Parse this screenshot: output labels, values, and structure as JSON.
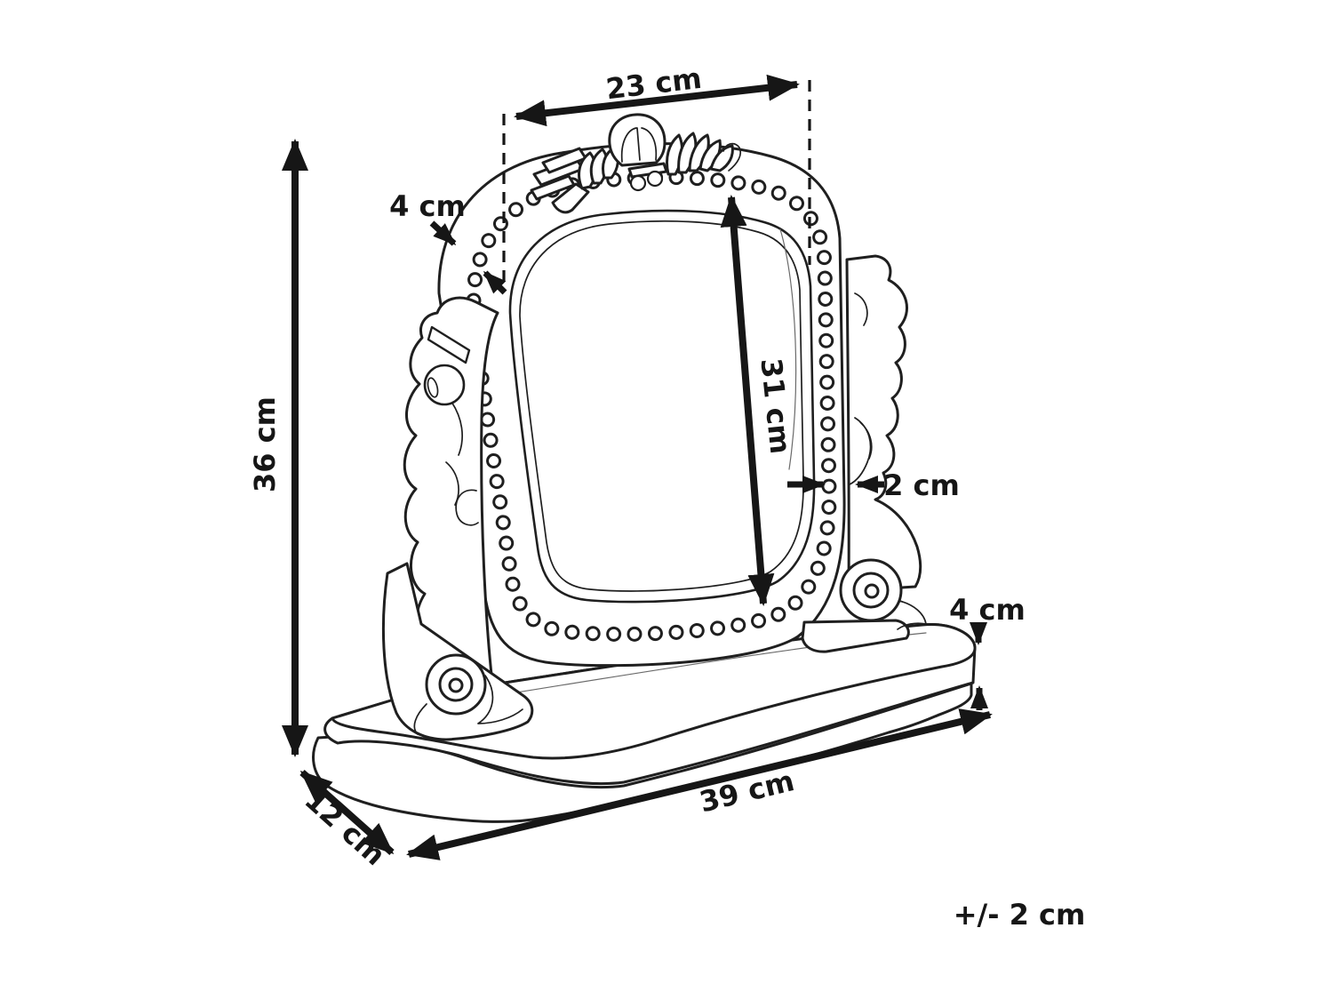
{
  "diagram": {
    "kind": "product-dimension-line-drawing",
    "subject": "ornate tabletop vanity mirror with beaded frame and plinth base",
    "colors": {
      "line": "#1f1f1f",
      "annotation": "#161616",
      "background": "#ffffff"
    },
    "labels": {
      "mirror_width": "23 cm",
      "frame_thickness": "4 cm",
      "total_height": "36 cm",
      "mirror_height": "31 cm",
      "frame_edge": "2 cm",
      "base_height": "4 cm",
      "base_width": "39 cm",
      "base_depth": "12 cm",
      "tolerance": "+/- 2 cm"
    }
  }
}
